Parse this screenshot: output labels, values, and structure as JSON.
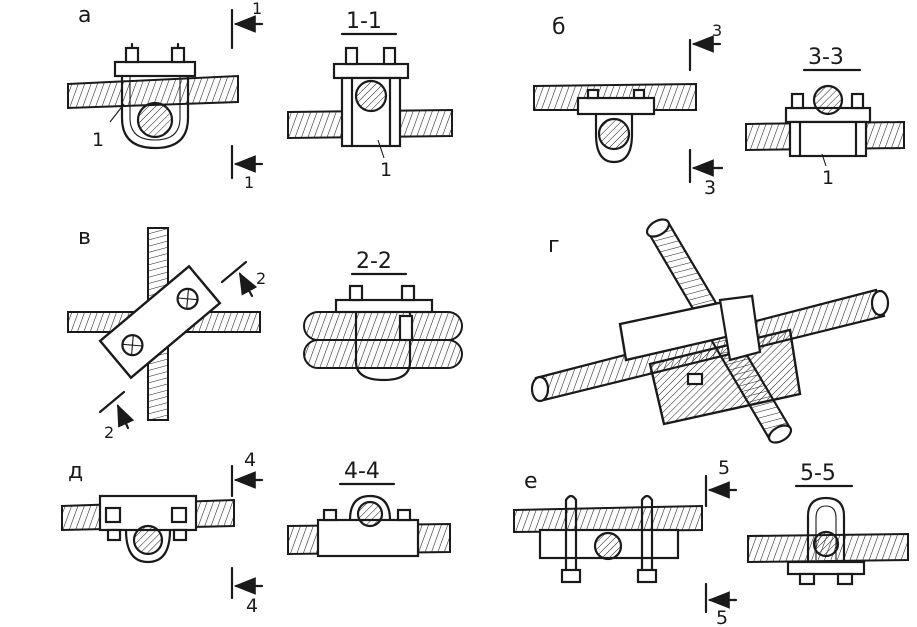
{
  "labels": {
    "a": "а",
    "b": "б",
    "v": "в",
    "g": "г",
    "d": "д",
    "e": "е"
  },
  "sections": {
    "s1": "1-1",
    "s2": "2-2",
    "s3": "3-3",
    "s4": "4-4",
    "s5": "5-5"
  },
  "marks": {
    "n1": "1",
    "n2": "2",
    "n3": "3",
    "n4": "4",
    "n5": "5"
  },
  "colors": {
    "ink": "#1a1a1a",
    "paper": "#ffffff"
  }
}
